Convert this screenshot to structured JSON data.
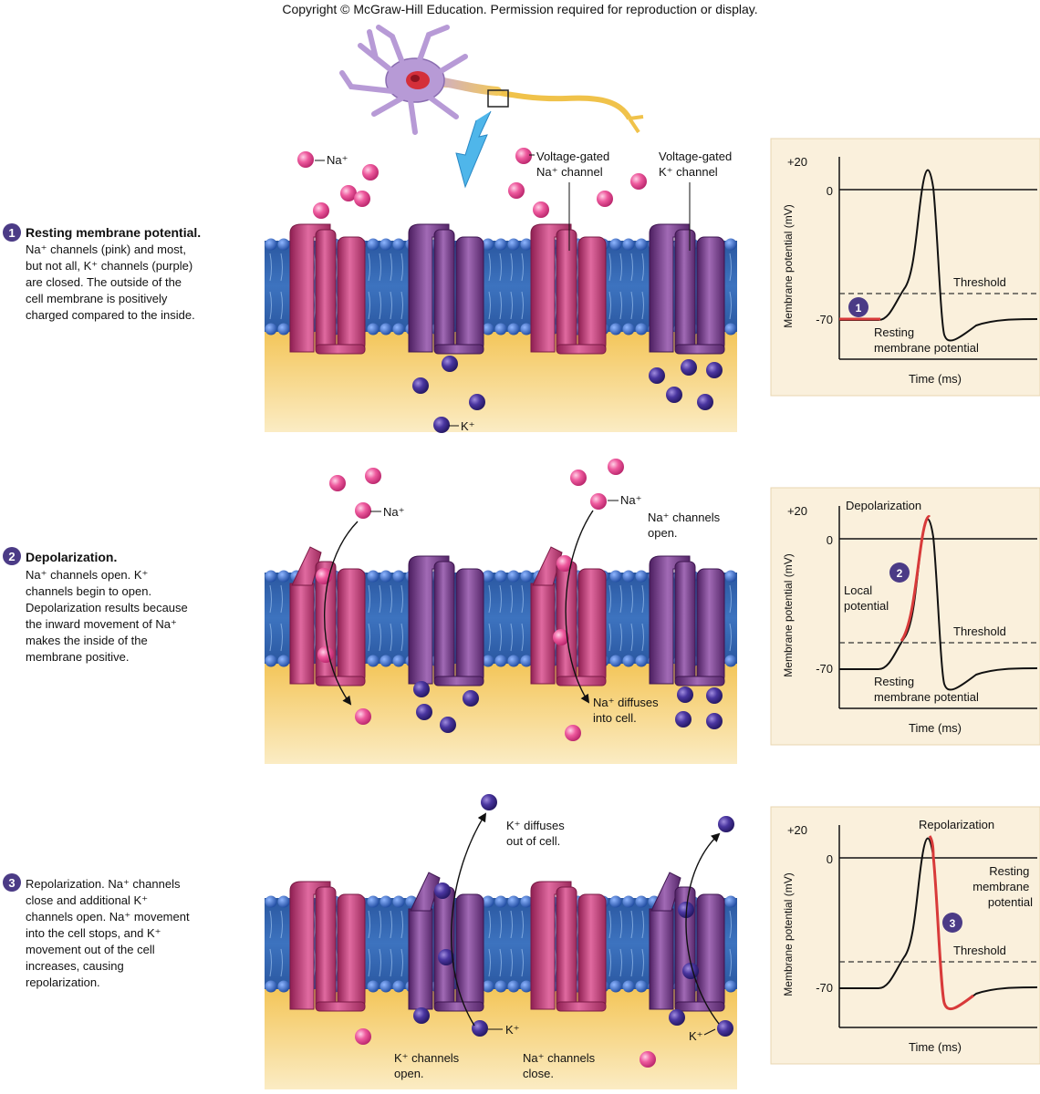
{
  "copyright": "Copyright © McGraw-Hill Education. Permission required for reproduction or display.",
  "colors": {
    "na_channel": "#c8407a",
    "k_channel": "#7d3a8e",
    "na_ion": "#e9559a",
    "k_ion": "#3c2a86",
    "membrane_blue": "#2f5ea8",
    "cytoplasm": "#f0c65a",
    "graph_bg": "#faf0dc",
    "highlight": "#d83a3a",
    "step_badge": "#4b3b86"
  },
  "panels": [
    {
      "step": "1",
      "title": "Resting membrane potential.",
      "desc_lines": [
        "Na⁺ channels (pink) and most,",
        "but not all, K⁺ channels (purple)",
        "are closed. The outside of the",
        "cell membrane is positively",
        "charged compared to the inside."
      ],
      "labels": {
        "na_ion": "Na⁺",
        "k_ion": "K⁺",
        "na_channel": [
          "Voltage-gated",
          "Na⁺ channel"
        ],
        "k_channel": [
          "Voltage-gated",
          "K⁺ channel"
        ]
      },
      "graph": {
        "ytick_top": "+20",
        "ytick_zero": "0",
        "ytick_rest": "-70",
        "ylabel": "Membrane potential (mV)",
        "xlabel": "Time (ms)",
        "threshold": "Threshold",
        "annot": [
          "Resting",
          "membrane potential"
        ]
      }
    },
    {
      "step": "2",
      "title": "Depolarization.",
      "desc_lines": [
        "Na⁺ channels open. K⁺",
        "channels begin to open.",
        "Depolarization results because",
        "the inward movement of Na⁺",
        "makes the inside of the",
        "membrane positive."
      ],
      "labels": {
        "na_ion_a": "Na⁺",
        "na_ion_b": "Na⁺",
        "na_open": [
          "Na⁺ channels",
          "open."
        ],
        "na_diffuses": [
          "Na⁺ diffuses",
          "into cell."
        ]
      },
      "graph": {
        "ytick_top": "+20",
        "ytick_zero": "0",
        "ytick_rest": "-70",
        "ylabel": "Membrane potential (mV)",
        "xlabel": "Time (ms)",
        "threshold": "Threshold",
        "phase": "Depolarization",
        "local": [
          "Local",
          "potential"
        ],
        "annot": [
          "Resting",
          "membrane potential"
        ]
      }
    },
    {
      "step": "3",
      "title": "Repolarization.",
      "desc_lines": [
        "Repolarization.  Na⁺ channels",
        "close and additional K⁺",
        "channels open. Na⁺ movement",
        "into the cell stops, and K⁺",
        "movement out of the cell",
        "increases, causing",
        "repolarization."
      ],
      "labels": {
        "k_diffuses": [
          "K⁺ diffuses",
          "out of cell."
        ],
        "k_ion_a": "K⁺",
        "k_ion_b": "K⁺",
        "k_open": [
          "K⁺ channels",
          "open."
        ],
        "na_close": [
          "Na⁺ channels",
          "close."
        ]
      },
      "graph": {
        "ytick_top": "+20",
        "ytick_zero": "0",
        "ytick_rest": "-70",
        "ylabel": "Membrane potential (mV)",
        "xlabel": "Time (ms)",
        "threshold": "Threshold",
        "phase": "Repolarization",
        "annot": [
          "Resting",
          "membrane",
          "potential"
        ]
      }
    }
  ]
}
